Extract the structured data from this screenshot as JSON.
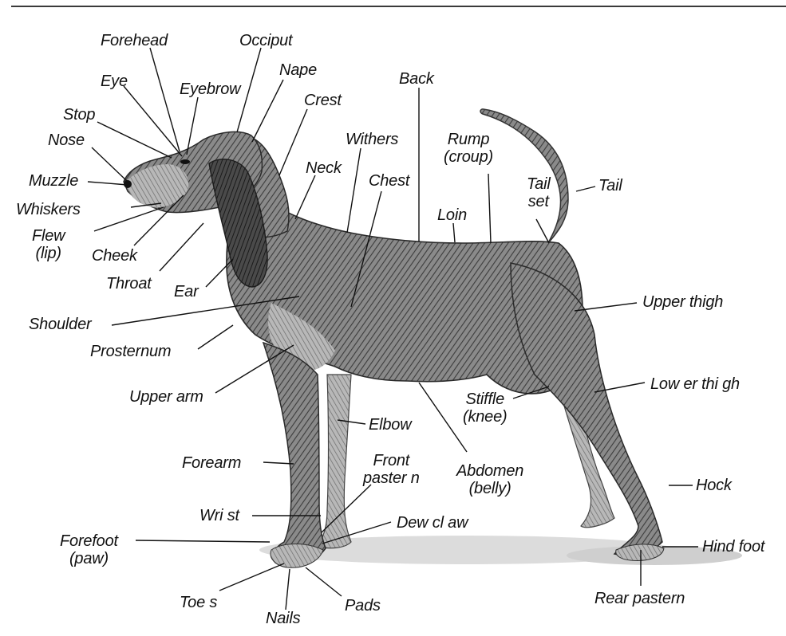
{
  "labels": {
    "forehead": "Forehead",
    "occiput": "Occiput",
    "eye": "Eye",
    "eyebrow": "Eyebrow",
    "nape": "Nape",
    "stop": "Stop",
    "crest": "Crest",
    "back": "Back",
    "nose": "Nose",
    "withers": "Withers",
    "rump_l1": "Rump",
    "rump_l2": "(croup)",
    "neck": "Neck",
    "chest": "Chest",
    "muzzle": "Muzzle",
    "tailset_l1": "Tail",
    "tailset_l2": "set",
    "tail": "Tail",
    "whiskers": "Whiskers",
    "loin": "Loin",
    "flew_l1": "Flew",
    "flew_l2": "(lip)",
    "cheek": "Cheek",
    "throat": "Throat",
    "ear": "Ear",
    "upper_thigh": "Upper thigh",
    "shoulder": "Shoulder",
    "prosternum": "Prosternum",
    "lower_thigh": "Low er thi gh",
    "upper_arm": "Upper arm",
    "stifle_l1": "Stiffle",
    "stifle_l2": "(knee)",
    "elbow": "Elbow",
    "front_pastern_l1": "Front",
    "front_pastern_l2": "paster n",
    "forearm": "Forearm",
    "abdomen_l1": "Abdomen",
    "abdomen_l2": "(belly)",
    "hock": "Hock",
    "wrist": "Wri st",
    "dewclaw": "Dew cl aw",
    "forefoot_l1": "Forefoot",
    "forefoot_l2": "(paw)",
    "hind_foot": "Hind foot",
    "toes": "Toe s",
    "nails": "Nails",
    "pads": "Pads",
    "rear_pastern": "Rear pastern"
  },
  "colors": {
    "coat_dark": "#2b2b2b",
    "coat_mid": "#6e6e6e",
    "coat_light": "#c9c9c9",
    "shadow": "#d6d6d6",
    "leader": "#111111"
  }
}
